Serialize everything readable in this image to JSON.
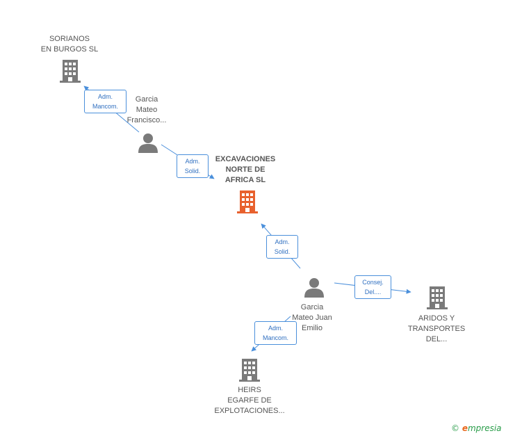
{
  "nodes": {
    "sorianos": {
      "label": "SORIANOS\nEN BURGOS SL"
    },
    "garcia_francisco": {
      "label": "Garcia\nMateo\nFrancisco..."
    },
    "excavaciones": {
      "label": "EXCAVACIONES\nNORTE DE\nAFRICA SL"
    },
    "garcia_juan": {
      "label": "Garcia\nMateo Juan\nEmilio"
    },
    "aridos": {
      "label": "ARIDOS Y\nTRANSPORTES\nDEL..."
    },
    "heirs": {
      "label": "HEIRS\nEGARFE DE\nEXPLOTACIONES..."
    }
  },
  "edges": {
    "francisco_sorianos": "Adm.\nMancom.",
    "francisco_excavaciones": "Adm.\nSolid.",
    "juan_excavaciones": "Adm.\nSolid.",
    "juan_aridos": "Consej.\nDel....",
    "juan_heirs": "Adm.\nMancom."
  },
  "brand": {
    "copyright": "©",
    "e": "e",
    "rest": "mpresia"
  },
  "colors": {
    "company": "#7a7a7a",
    "center": "#e8612e",
    "person": "#7a7a7a",
    "edge": "#4a8fdb"
  }
}
